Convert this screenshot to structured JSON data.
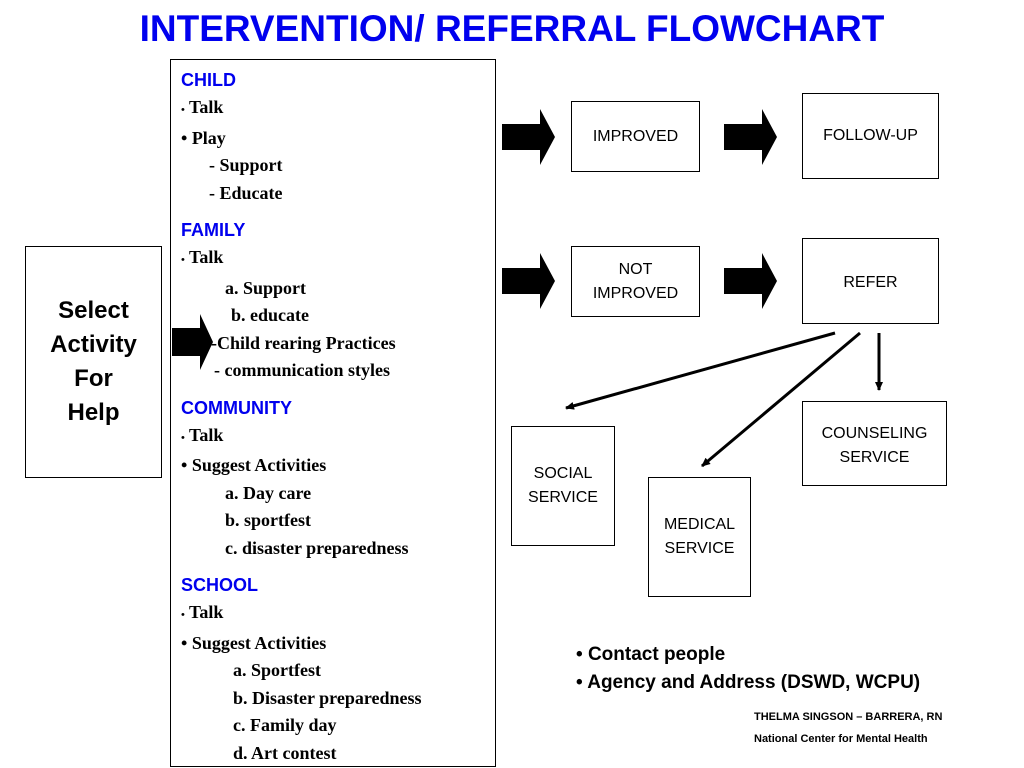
{
  "title": "INTERVENTION/ REFERRAL FLOWCHART",
  "start_box": {
    "lines": [
      "Select",
      "Activity",
      "For",
      "Help"
    ]
  },
  "activities": {
    "child": {
      "title": "CHILD",
      "items": [
        "Talk",
        "Play",
        "- Support",
        "- Educate"
      ]
    },
    "family": {
      "title": "FAMILY",
      "items": [
        "Talk",
        "a. Support",
        "b. educate",
        "-Child rearing  Practices",
        "- communication  styles"
      ]
    },
    "community": {
      "title": "COMMUNITY",
      "items": [
        "Talk",
        "Suggest Activities",
        "a. Day care",
        "b. sportfest",
        "c. disaster preparedness"
      ]
    },
    "school": {
      "title": "SCHOOL",
      "items": [
        "Talk",
        "Suggest Activities",
        "a.  Sportfest",
        "b.  Disaster preparedness",
        "c.  Family day",
        "d.  Art contest"
      ]
    }
  },
  "outcomes": {
    "improved": "IMPROVED",
    "follow_up": "FOLLOW-UP",
    "not_improved": [
      "NOT",
      "IMPROVED"
    ],
    "refer": "REFER"
  },
  "services": {
    "counseling": [
      "COUNSELING",
      "SERVICE"
    ],
    "social": [
      "SOCIAL",
      "SERVICE"
    ],
    "medical": [
      "MEDICAL",
      "SERVICE"
    ]
  },
  "notes": [
    "Contact people",
    "Agency and Address (DSWD, WCPU)"
  ],
  "credit": [
    "THELMA SINGSON – BARRERA, RN",
    "National Center for Mental Health"
  ],
  "colors": {
    "heading": "#0000ee",
    "text": "#000000",
    "border": "#000000"
  },
  "bullet_char": "•"
}
